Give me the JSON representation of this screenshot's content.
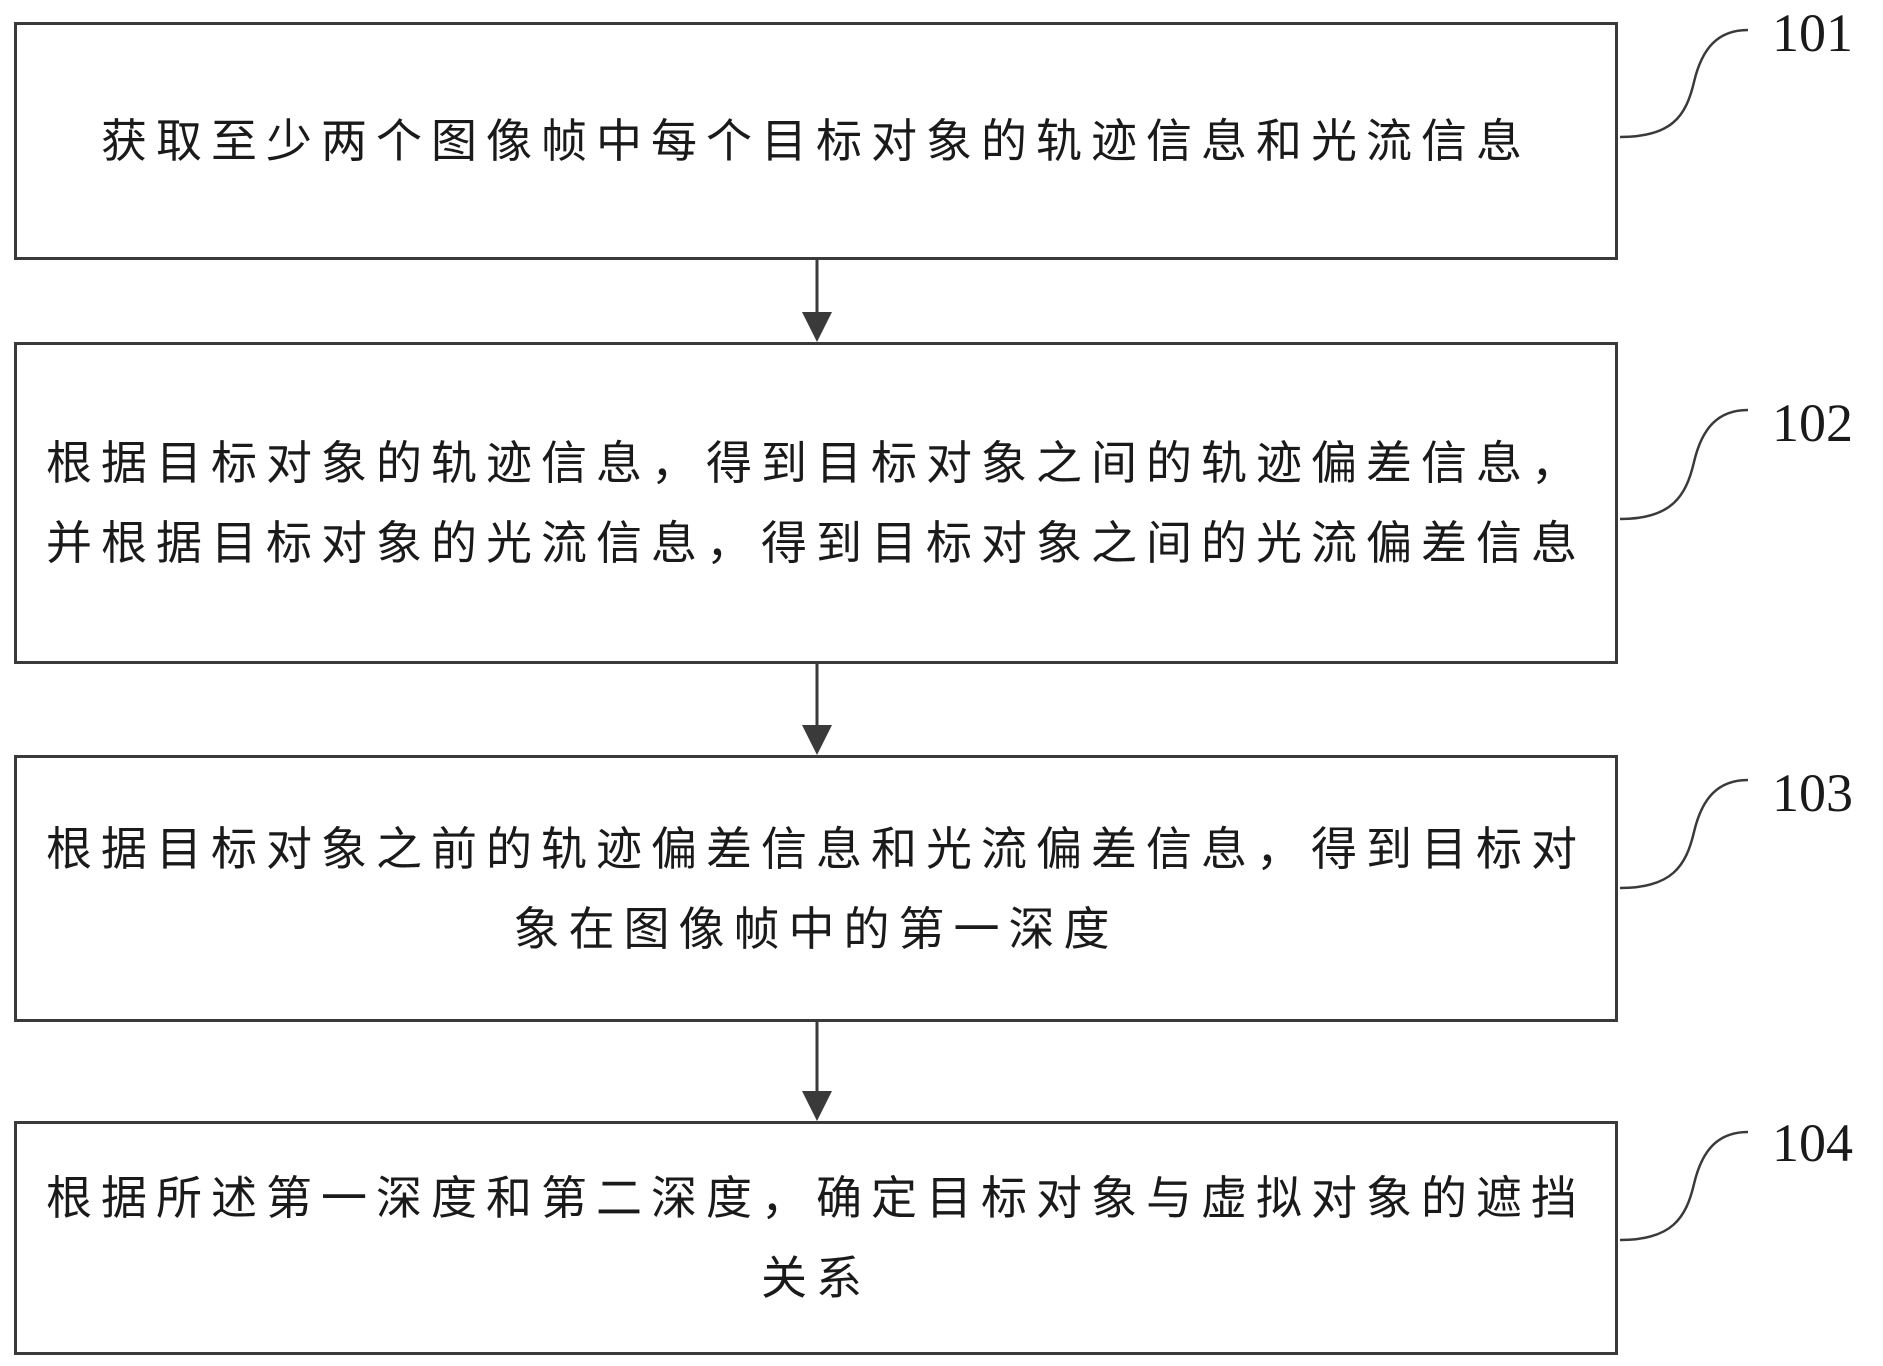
{
  "steps": [
    {
      "number": "101",
      "text": "获取至少两个图像帧中每个目标对象的轨迹信息和光流信息"
    },
    {
      "number": "102",
      "text": "根据目标对象的轨迹信息，得到目标对象之间的轨迹偏差信息，并根据目标对象的光流信息，得到目标对象之间的光流偏差信息"
    },
    {
      "number": "103",
      "text": "根据目标对象之前的轨迹偏差信息和光流偏差信息，得到目标对象在图像帧中的第一深度"
    },
    {
      "number": "104",
      "text": "根据所述第一深度和第二深度，确定目标对象与虚拟对象的遮挡关系"
    }
  ]
}
